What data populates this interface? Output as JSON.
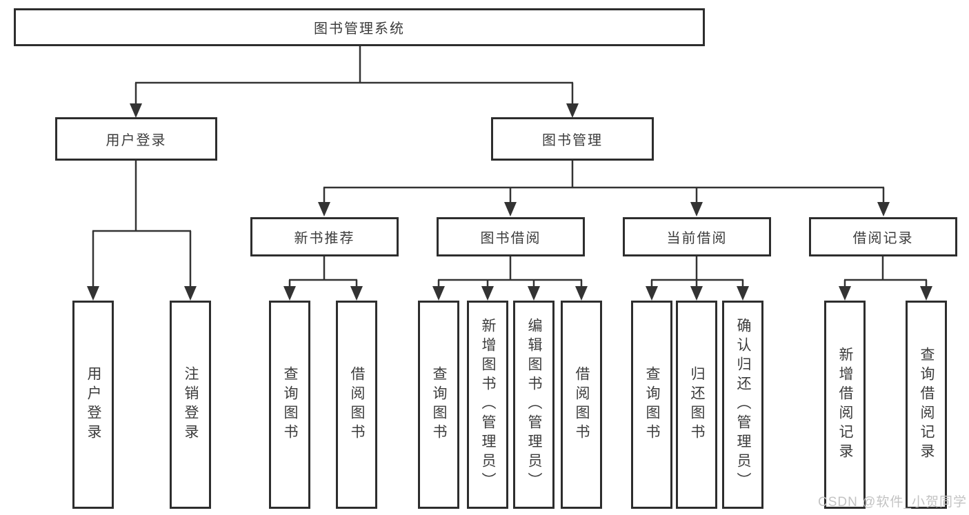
{
  "diagram": {
    "root": {
      "label": "图书管理系统"
    },
    "level2": [
      {
        "label": "用户登录",
        "children": [
          {
            "label": "用户登录"
          },
          {
            "label": "注销登录"
          }
        ]
      },
      {
        "label": "图书管理",
        "children": [
          {
            "label": "新书推荐",
            "children": [
              {
                "label": "查询图书"
              },
              {
                "label": "借阅图书"
              }
            ]
          },
          {
            "label": "图书借阅",
            "children": [
              {
                "label": "查询图书"
              },
              {
                "label": "新增图书（管理员）"
              },
              {
                "label": "编辑图书（管理员）"
              },
              {
                "label": "借阅图书"
              }
            ]
          },
          {
            "label": "当前借阅",
            "children": [
              {
                "label": "查询图书"
              },
              {
                "label": "归还图书"
              },
              {
                "label": "确认归还（管理员）"
              }
            ]
          },
          {
            "label": "借阅记录",
            "children": [
              {
                "label": "新增借阅记录"
              },
              {
                "label": "查询借阅记录"
              }
            ]
          }
        ]
      }
    ]
  },
  "watermark": {
    "text": "CSDN @软件_小贺同学"
  },
  "colors": {
    "background": "#ffffff",
    "box_border": "#2d2d2d",
    "connector_line": "#333333",
    "text": "#3c3c3c",
    "watermark": "#c3c3c3"
  }
}
